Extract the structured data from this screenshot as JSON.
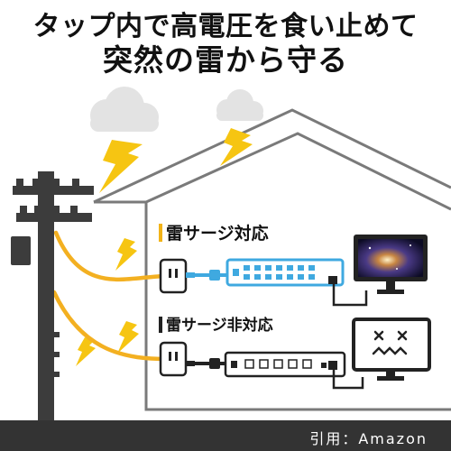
{
  "headline": {
    "line1": "タップ内で高電圧を食い止めて",
    "line2": "突然の雷から守る"
  },
  "labels": {
    "surge_protected": "雷サージ対応",
    "surge_unprotected": "雷サージ非対応"
  },
  "credit": "引用：Amazon",
  "colors": {
    "lightning": "#f6c512",
    "wire": "#f3b021",
    "pole": "#3c3c3c",
    "house_outline": "#7a7a7a",
    "protected_tap_accent": "#3fa9e0",
    "footer": "#333333"
  },
  "icons": {
    "cloud": "cloud-icon",
    "lightning": "lightning-bolt-icon",
    "broken_screen": "dizzy-face-icon"
  }
}
